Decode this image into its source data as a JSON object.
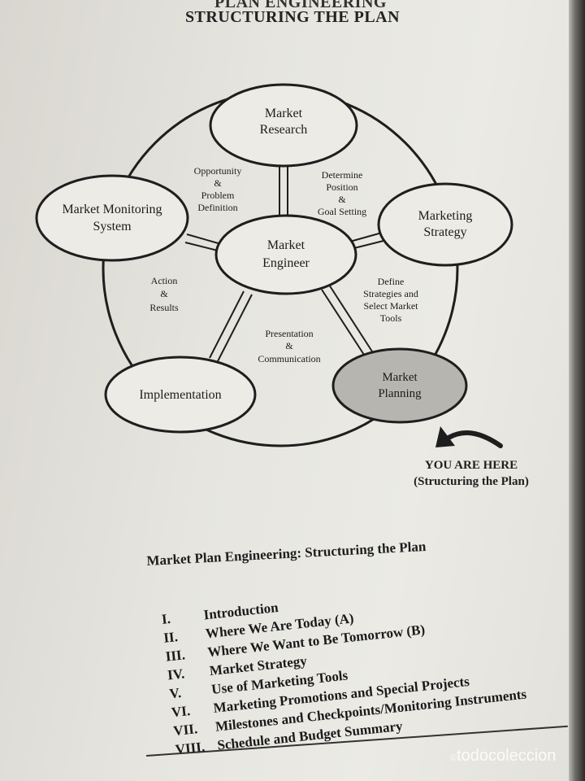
{
  "header": {
    "line1": "PLAN ENGINEERING",
    "line2": "STRUCTURING THE PLAN"
  },
  "diagram": {
    "nodes": {
      "market_research": [
        "Market",
        "Research"
      ],
      "market_monitoring": [
        "Market Monitoring",
        "System"
      ],
      "market_engineer": [
        "Market",
        "Engineer"
      ],
      "marketing_strategy": [
        "Marketing",
        "Strategy"
      ],
      "implementation": [
        "Implementation"
      ],
      "market_planning": [
        "Market",
        "Planning"
      ]
    },
    "edge_labels": {
      "opportunity": [
        "Opportunity",
        "&",
        "Problem",
        "Definition"
      ],
      "determine": [
        "Determine",
        "Position",
        "&",
        "Goal Setting"
      ],
      "action": [
        "Action",
        "&",
        "Results"
      ],
      "define": [
        "Define",
        "Strategies and",
        "Select Market",
        "Tools"
      ],
      "presentation": [
        "Presentation",
        "&",
        "Communication"
      ]
    },
    "highlight_color": "#b7b5b0"
  },
  "you_are_here": {
    "line1": "YOU ARE HERE",
    "line2": "(Structuring the Plan)"
  },
  "toc": {
    "title": "Market Plan Engineering: Structuring the Plan",
    "items": [
      {
        "num": "I.",
        "text": "Introduction"
      },
      {
        "num": "II.",
        "text": "Where We Are Today (A)"
      },
      {
        "num": "III.",
        "text": "Where We Want to Be Tomorrow (B)"
      },
      {
        "num": "IV.",
        "text": "Market Strategy"
      },
      {
        "num": "V.",
        "text": "Use of Marketing Tools"
      },
      {
        "num": "VI.",
        "text": "Marketing Promotions and Special Projects"
      },
      {
        "num": "VII.",
        "text": "Milestones and Checkpoints/Monitoring Instruments"
      },
      {
        "num": "VIII.",
        "text": "Schedule and Budget Summary"
      }
    ]
  },
  "watermark": {
    "text": "todocoleccion",
    "icon": "copyright-icon"
  }
}
